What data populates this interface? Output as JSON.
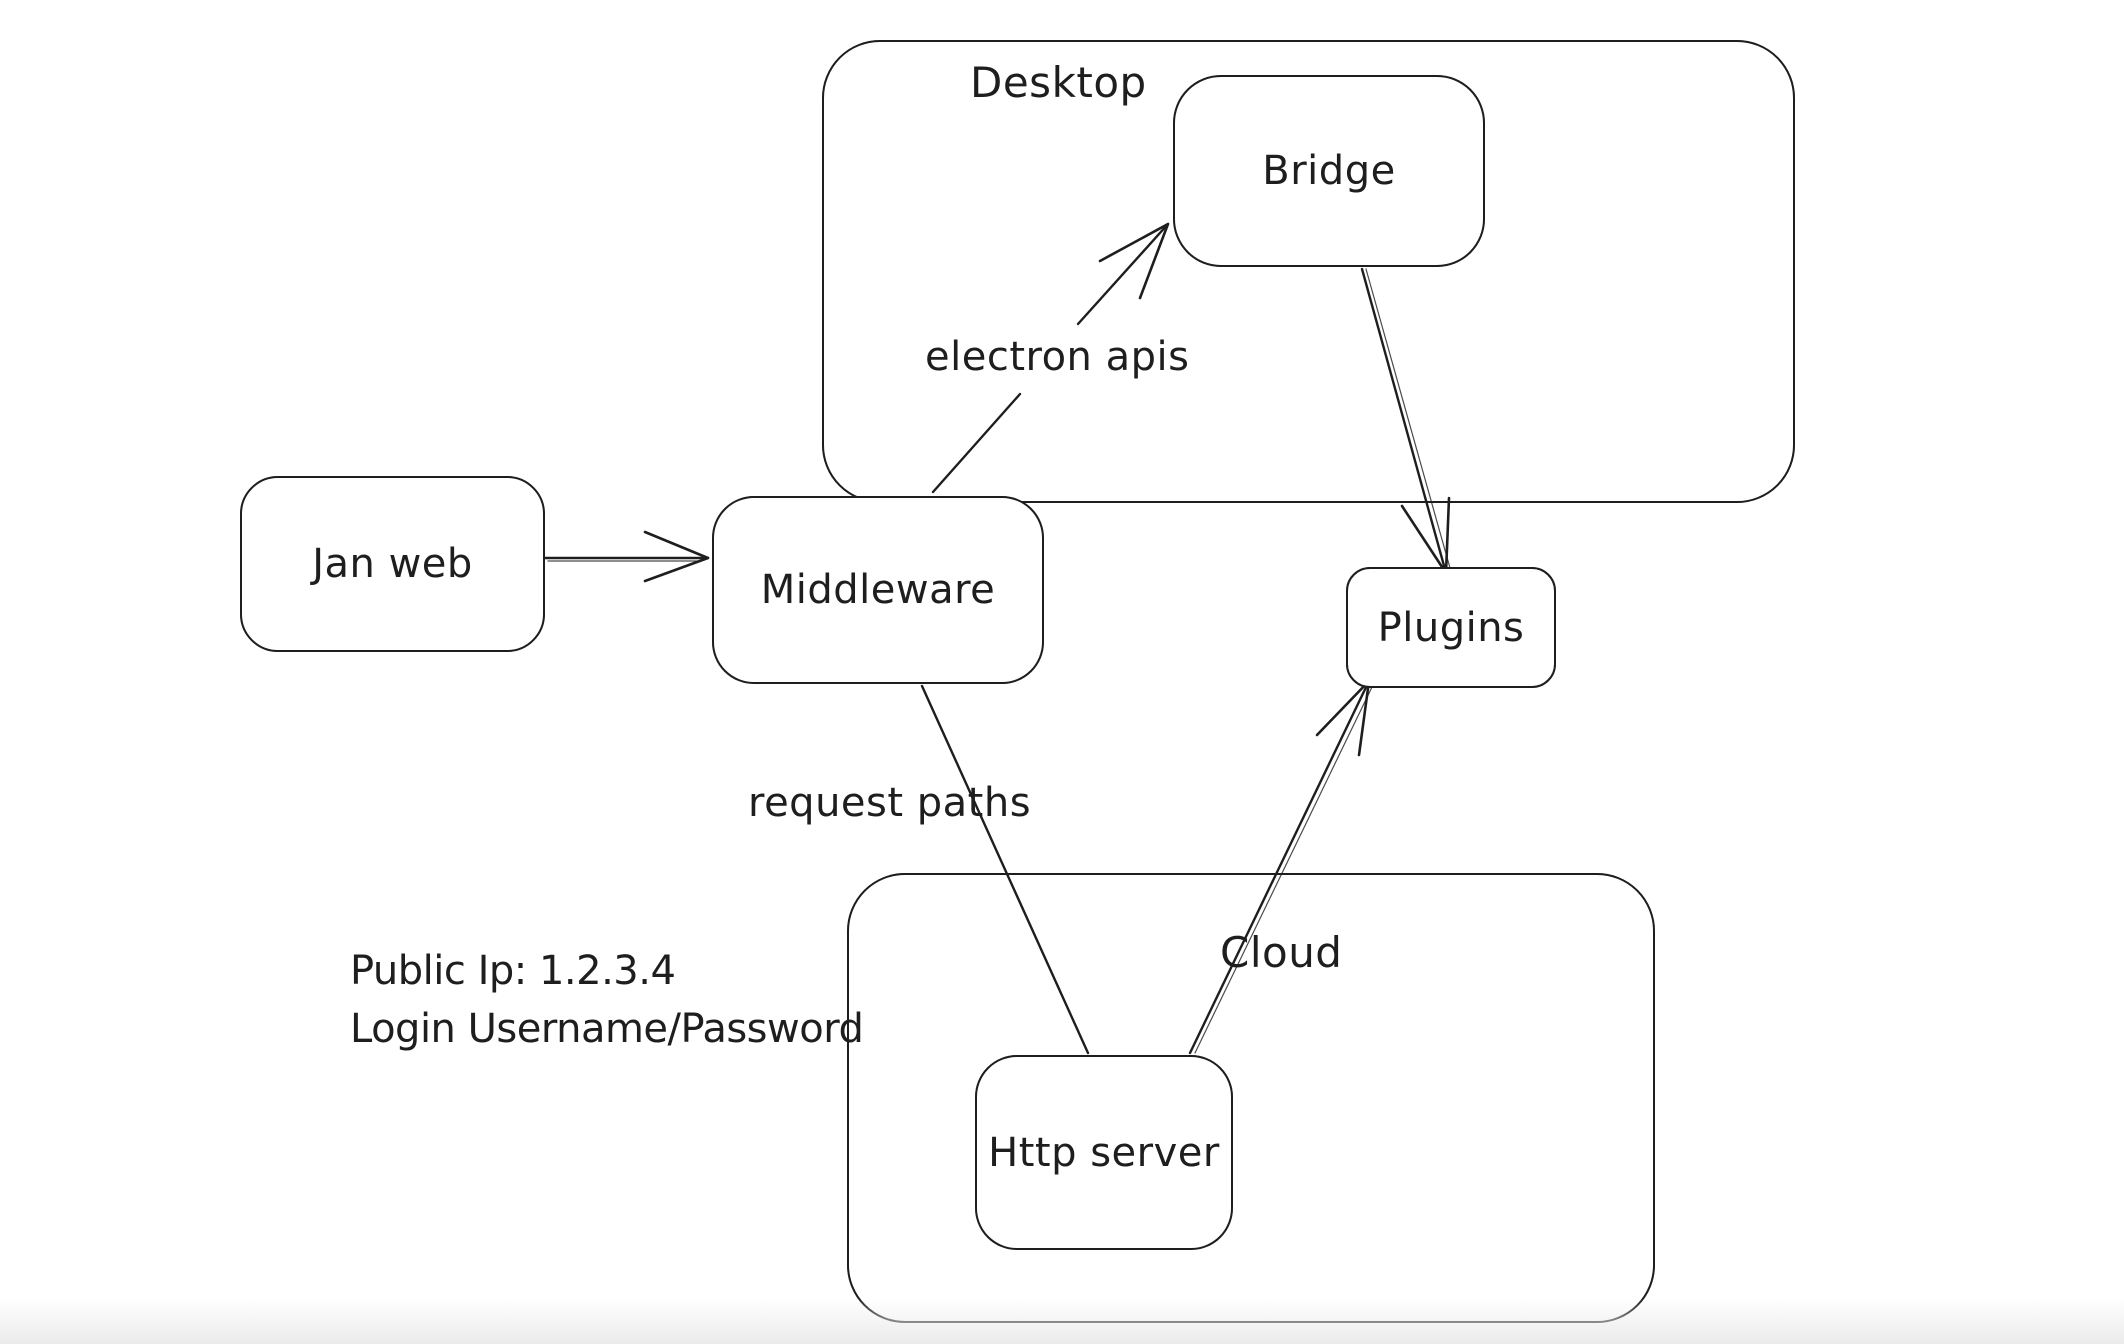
{
  "canvas": {
    "background": "#ffffff",
    "stroke_color": "#1e1e1e",
    "bottom_fade_color": "#ebebec"
  },
  "groups": {
    "desktop": {
      "label": "Desktop"
    },
    "cloud": {
      "label": "Cloud"
    }
  },
  "nodes": {
    "jan_web": {
      "label": "Jan web"
    },
    "middleware": {
      "label": "Middleware"
    },
    "bridge": {
      "label": "Bridge"
    },
    "plugins": {
      "label": "Plugins"
    },
    "http_server": {
      "label": "Http server"
    }
  },
  "edges": [
    {
      "from": "Jan web",
      "to": "Middleware",
      "label": "",
      "arrowhead": "end"
    },
    {
      "from": "Middleware",
      "to": "Bridge",
      "label": "electron apis",
      "arrowhead": "end"
    },
    {
      "from": "Bridge",
      "to": "Plugins",
      "label": "",
      "arrowhead": "end"
    },
    {
      "from": "Middleware",
      "to": "Http server",
      "label": "request paths",
      "arrowhead": "none"
    },
    {
      "from": "Http server",
      "to": "Plugins",
      "label": "",
      "arrowhead": "end"
    }
  ],
  "annotations": {
    "public_ip": "Public Ip: 1.2.3.4",
    "login": "Login Username/Password"
  }
}
